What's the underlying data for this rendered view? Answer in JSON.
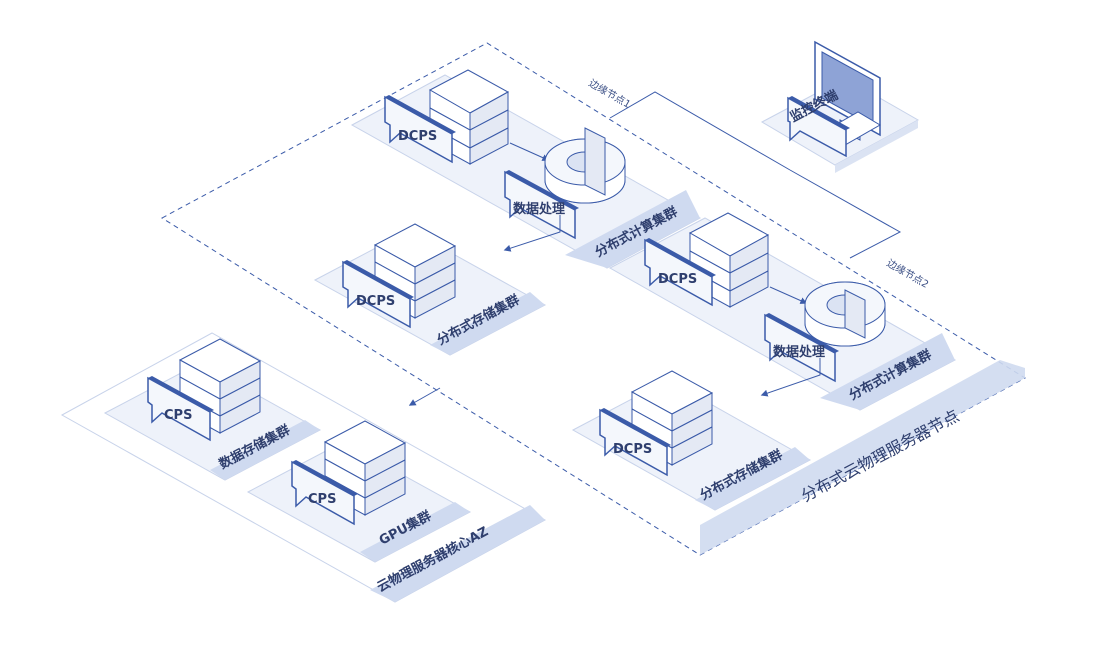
{
  "edge_zone": {
    "label": "分布式云物理服务器节点",
    "edge_node_1_label": "边缘节点1",
    "edge_node_2_label": "边缘节点2"
  },
  "node1": {
    "dcps_label": "DCPS",
    "processing_label": "数据处理",
    "compute_cluster_label": "分布式计算集群",
    "storage_dcps_label": "DCPS",
    "storage_cluster_label": "分布式存储集群"
  },
  "node2": {
    "dcps_label": "DCPS",
    "processing_label": "数据处理",
    "compute_cluster_label": "分布式计算集群",
    "storage_dcps_label": "DCPS",
    "storage_cluster_label": "分布式存储集群"
  },
  "monitor": {
    "label": "监控终端"
  },
  "core_az": {
    "label": "云物理服务器核心AZ",
    "storage_cps_label": "CPS",
    "storage_cluster_label": "数据存储集群",
    "gpu_cps_label": "CPS",
    "gpu_cluster_label": "GPU集群"
  },
  "colors": {
    "line": "#3b5ba9",
    "plate": "#eef2fa",
    "plate_edge": "#c8d3ea",
    "label_bar": "#cfdaf0",
    "server_top": "#ffffff",
    "server_side": "#e4e9f4",
    "tag_fill": "#f4f7fc"
  }
}
